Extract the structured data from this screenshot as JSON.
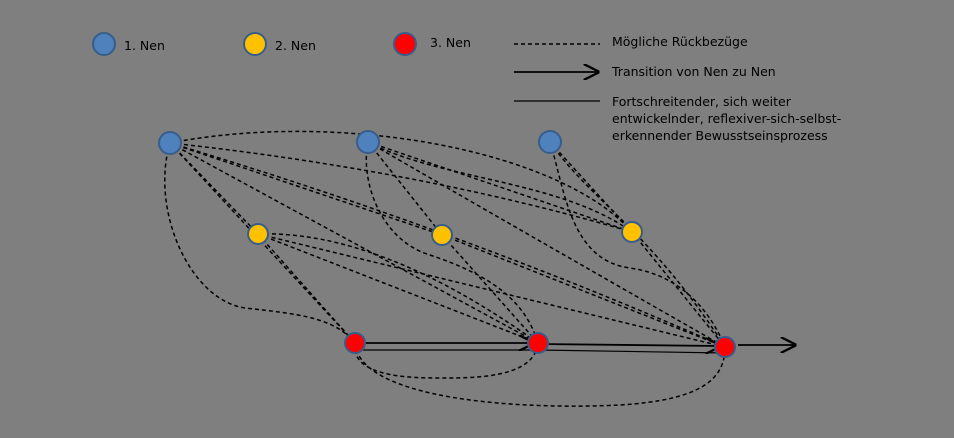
{
  "colors": {
    "background": "#7f7f7f",
    "nen1": "#4f81bd",
    "nen2": "#ffc000",
    "nen3": "#ff0000",
    "node_stroke": "#385d8a",
    "line": "#000000"
  },
  "legend": {
    "nen1_label": "1. Nen",
    "nen2_label": "2. Nen",
    "nen3_label": "3. Nen",
    "dashed_label": "Mögliche Rückbezüge",
    "arrow_label": "Transition von Nen zu Nen",
    "line_label_1": "Fortschreitender,  sich weiter",
    "line_label_2": "entwickelnder,  reflexiver-sich-selbst-",
    "line_label_3": "erkennender  Bewusstseinsprozess"
  }
}
